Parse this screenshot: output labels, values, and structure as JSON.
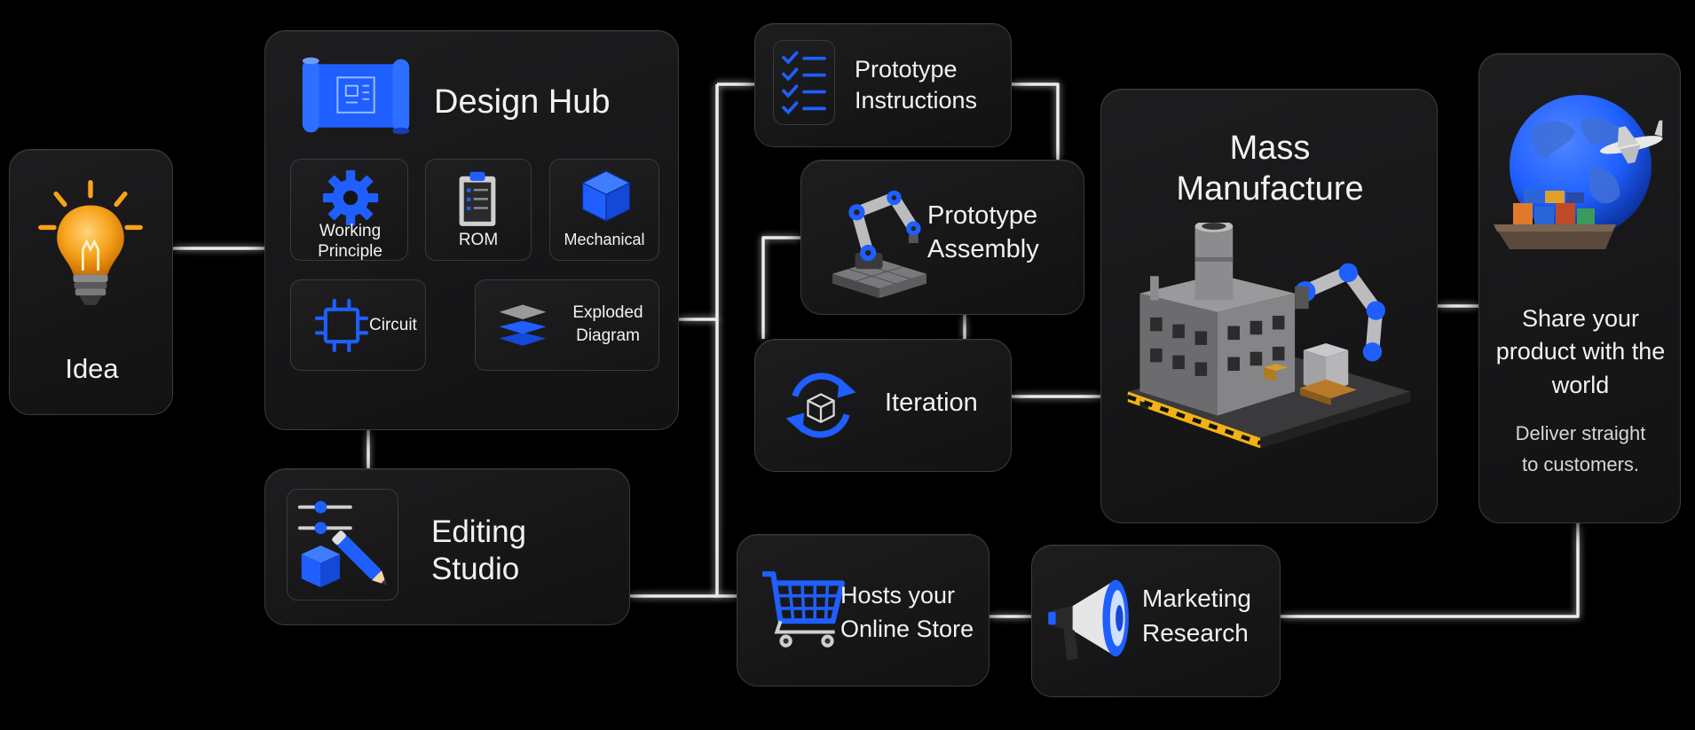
{
  "idea": {
    "label": "Idea"
  },
  "design_hub": {
    "title": "Design Hub",
    "items": [
      {
        "label": "Working Principle"
      },
      {
        "label": "ROM"
      },
      {
        "label": "Mechanical"
      },
      {
        "label": "Circuit"
      },
      {
        "label": "Exploded Diagram"
      }
    ]
  },
  "editing_studio": {
    "title": "Editing Studio"
  },
  "prototype_instructions": {
    "title": "Prototype Instructions"
  },
  "prototype_assembly": {
    "title": "Prototype Assembly"
  },
  "iteration": {
    "title": "Iteration"
  },
  "online_store": {
    "title": "Hosts your Online Store"
  },
  "marketing": {
    "title": "Marketing Research"
  },
  "mass_manufacture": {
    "title": "Mass Manufacture"
  },
  "share": {
    "title": "Share your product with the world",
    "subtitle": "Deliver straight to customers."
  },
  "colors": {
    "accent_blue": "#1f5fff",
    "bulb_orange": "#f7a21b",
    "wire": "#ececec",
    "card_bg": "#161617"
  }
}
